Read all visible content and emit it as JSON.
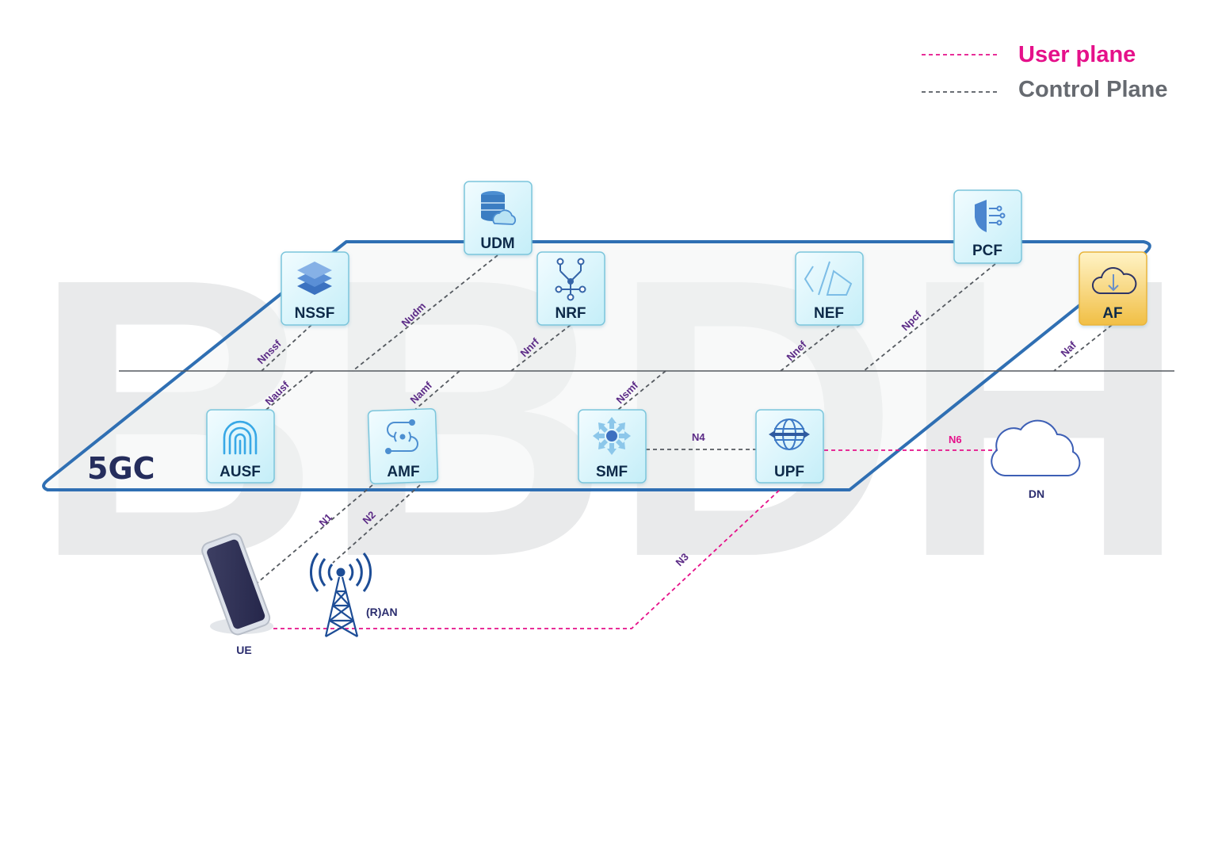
{
  "legend": {
    "user_plane_label": "User plane",
    "control_plane_label": "Control Plane",
    "user_plane_color": "#e5118a",
    "control_plane_color": "#555a60"
  },
  "watermark": "BBDH",
  "core_label": "5GC",
  "network_functions": {
    "udm": {
      "label": "UDM",
      "icon": "database-cloud-icon"
    },
    "nssf": {
      "label": "NSSF",
      "icon": "layers-stack-icon"
    },
    "nrf": {
      "label": "NRF",
      "icon": "tree-network-icon"
    },
    "nef": {
      "label": "NEF",
      "icon": "api-code-icon"
    },
    "pcf": {
      "label": "PCF",
      "icon": "shield-network-icon"
    },
    "af": {
      "label": "AF",
      "icon": "cloud-download-icon"
    },
    "ausf": {
      "label": "AUSF",
      "icon": "fingerprint-icon"
    },
    "amf": {
      "label": "AMF",
      "icon": "signal-path-icon"
    },
    "smf": {
      "label": "SMF",
      "icon": "arrows-hub-icon"
    },
    "upf": {
      "label": "UPF",
      "icon": "globe-arrows-icon"
    }
  },
  "interfaces": {
    "nnssf": "Nnssf",
    "nudm": "Nudm",
    "nnrf": "Nnrf",
    "nnef": "Nnef",
    "npcf": "Npcf",
    "naf": "Naf",
    "nausf": "Nausf",
    "namf": "Namf",
    "nsmf": "Nsmf",
    "n1": "N1",
    "n2": "N2",
    "n3": "N3",
    "n4": "N4",
    "n6": "N6"
  },
  "endpoints": {
    "ue": {
      "label": "UE",
      "icon": "smartphone-icon"
    },
    "ran": {
      "label": "(R)AN",
      "icon": "cell-tower-icon"
    },
    "dn": {
      "label": "DN",
      "icon": "cloud-icon"
    }
  }
}
